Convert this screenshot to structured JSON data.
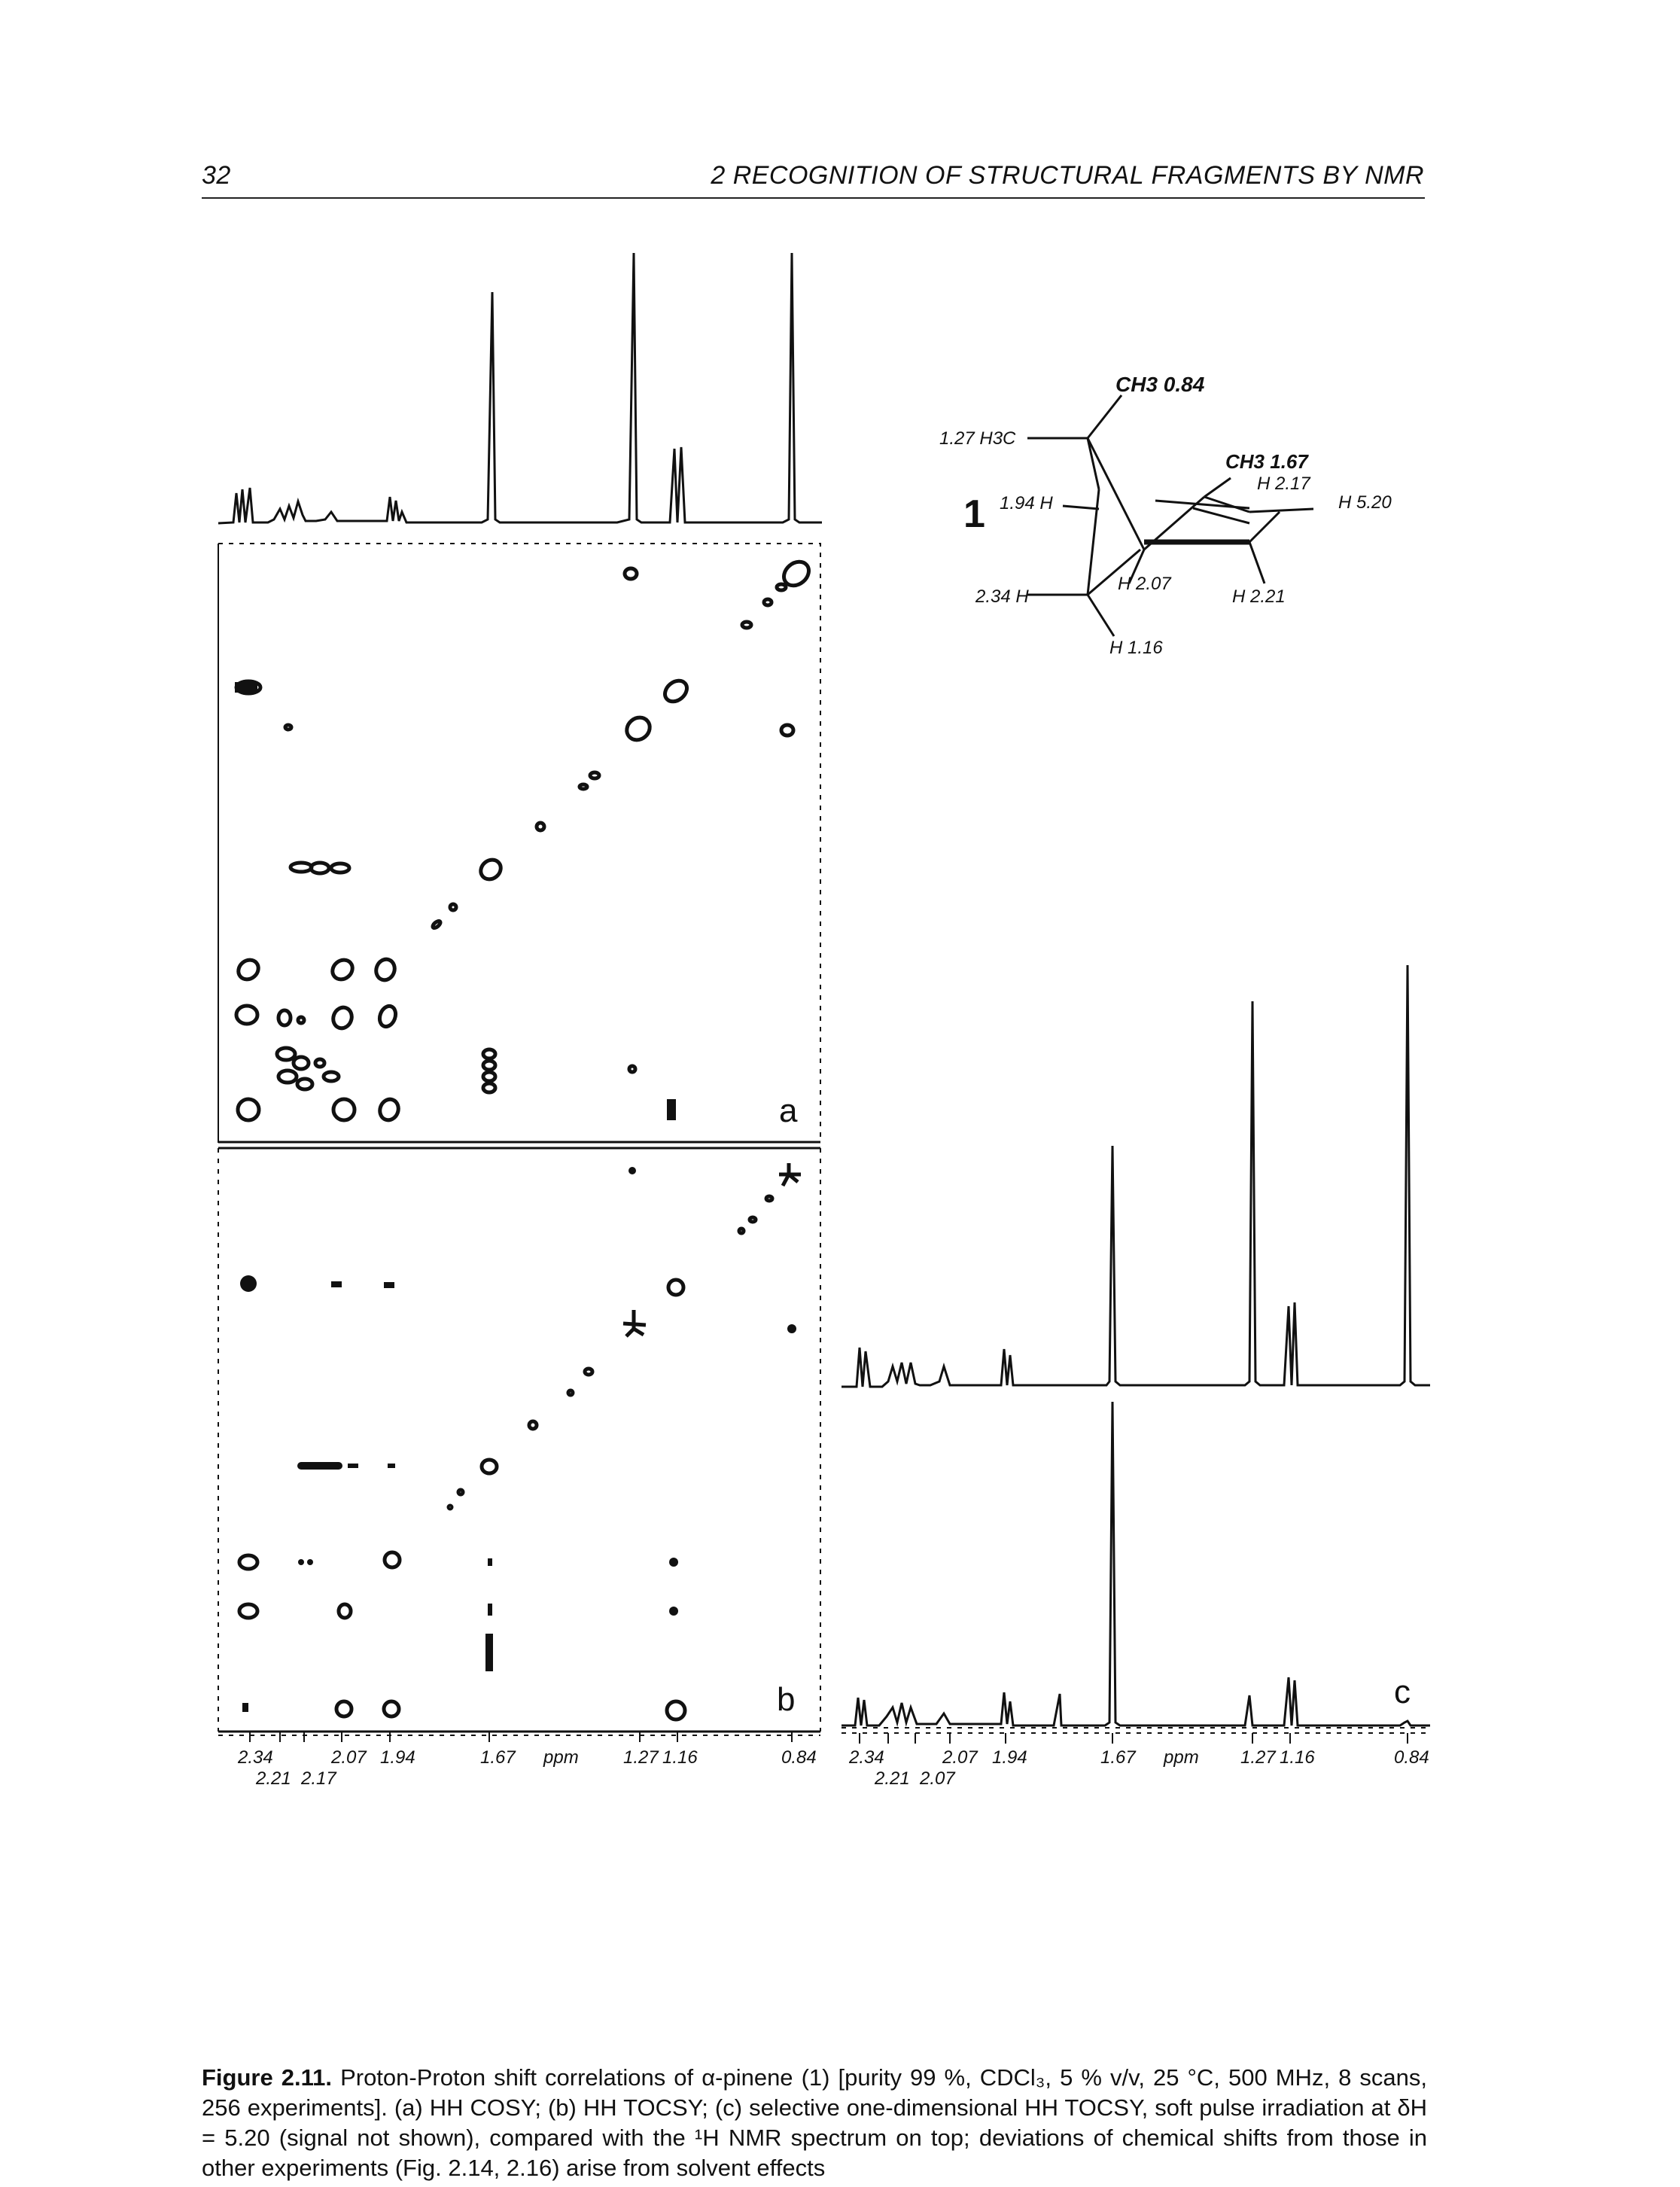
{
  "page": {
    "number": "32",
    "running_head": "2   RECOGNITION OF STRUCTURAL FRAGMENTS BY NMR"
  },
  "molecule": {
    "label": "1",
    "groups": {
      "ch3_top": "CH3 0.84",
      "h3c_left": "1.27 H3C",
      "ch3_right": "CH3 1.67",
      "h_217": "H 2.17",
      "h_520": "H 5.20",
      "h_194": "1.94 H",
      "h_234": "2.34 H",
      "h_207": "H 2.07",
      "h_221": "H 2.21",
      "h_116": "H 1.16"
    }
  },
  "panels": {
    "a": "a",
    "b": "b",
    "c": "c"
  },
  "axis": {
    "ticks_upper": [
      "2.34",
      "2.07",
      "1.94",
      "1.67",
      "ppm",
      "1.27",
      "1.16",
      "0.84"
    ],
    "ticks_lower": [
      "2.21",
      "2.17"
    ],
    "ticks_upper_c": [
      "2.34",
      "2.07",
      "1.94",
      "1.67",
      "ppm",
      "1.27",
      "1.16",
      "0.84"
    ],
    "ticks_lower_c": [
      "2.21",
      "2.07"
    ]
  },
  "chart_data": {
    "type": "scatter",
    "x_unit": "ppm",
    "peaks_ppm": [
      2.34,
      2.21,
      2.17,
      2.07,
      1.94,
      1.67,
      1.27,
      1.16,
      0.84
    ],
    "note_shift_5_20": 5.2
  },
  "caption": {
    "label": "Figure 2.11.",
    "text": " Proton-Proton shift correlations of α-pinene (1) [purity 99 %, CDCl₃, 5 % v/v, 25 °C, 500 MHz, 8 scans, 256 experiments]. (a) HH COSY; (b) HH TOCSY; (c) selective one-dimensional HH TOCSY, soft pulse irradiation at δH = 5.20 (signal not shown), compared with the ¹H NMR spectrum on top; deviations of chemical shifts from those in other experiments (Fig. 2.14, 2.16) arise from solvent effects"
  }
}
